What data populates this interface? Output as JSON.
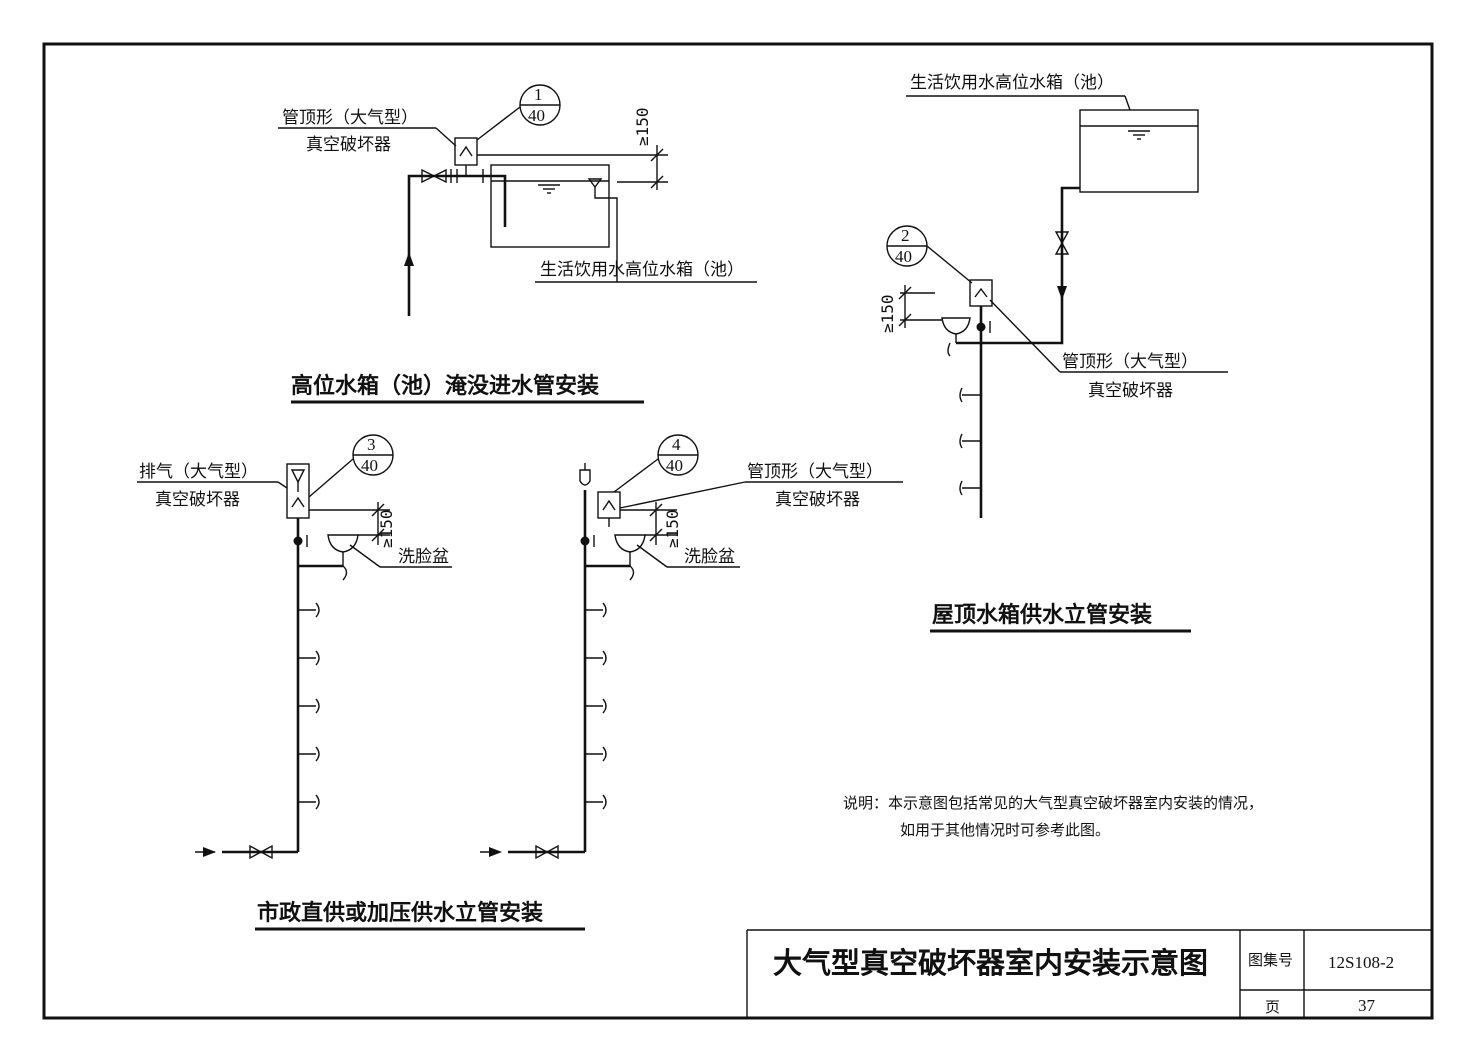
{
  "views": {
    "top_left": {
      "title": "高位水箱（池）淹没进水管安装",
      "breaker_label_1": "管顶形（大气型）",
      "breaker_label_2": "真空破坏器",
      "tank_label": "生活饮用水高位水箱（池）",
      "ref_num": "1",
      "ref_sheet": "40",
      "dim": "≥150"
    },
    "top_right": {
      "title": "屋顶水箱供水立管安装",
      "tank_label": "生活饮用水高位水箱（池）",
      "breaker_label_1": "管顶形（大气型）",
      "breaker_label_2": "真空破坏器",
      "ref_num": "2",
      "ref_sheet": "40",
      "dim": "≥150"
    },
    "bottom_left": {
      "breaker_label_1": "排气（大气型）",
      "breaker_label_2": "真空破坏器",
      "basin_label": "洗脸盆",
      "ref_num": "3",
      "ref_sheet": "40",
      "dim": "≥150"
    },
    "bottom_mid": {
      "breaker_label_1": "管顶形（大气型）",
      "breaker_label_2": "真空破坏器",
      "basin_label": "洗脸盆",
      "ref_num": "4",
      "ref_sheet": "40",
      "dim": "≥150"
    },
    "bottom_title": "市政直供或加压供水立管安装"
  },
  "note": {
    "line1": "说明：本示意图包括常见的大气型真空破坏器室内安装的情况，",
    "line2": "如用于其他情况时可参考此图。"
  },
  "title_block": {
    "drawing_title": "大气型真空破坏器室内安装示意图",
    "atlas_label": "图集号",
    "atlas_no": "12S108-2",
    "page_label": "页",
    "page_no": "37"
  }
}
